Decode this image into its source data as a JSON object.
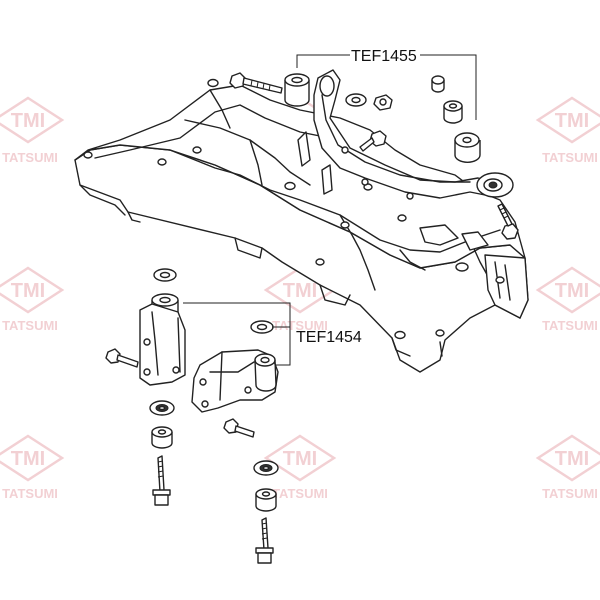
{
  "watermark": {
    "logo_text": "TMI",
    "brand_text": "TATSUMI",
    "color": "#e8a9b0"
  },
  "callouts": {
    "upper": "TEF1455",
    "lower": "TEF1454"
  },
  "colors": {
    "line": "#222222",
    "background": "#ffffff"
  }
}
